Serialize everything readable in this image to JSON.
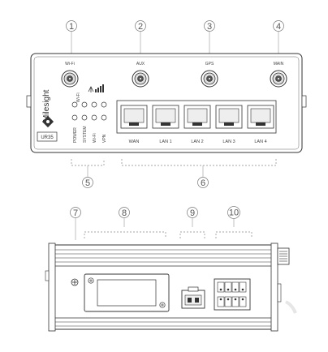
{
  "callouts": [
    "①",
    "②",
    "③",
    "④",
    "⑤",
    "⑥",
    "⑦",
    "⑧",
    "⑨",
    "⑩"
  ],
  "front_panel": {
    "brand": "Milesight",
    "model": "UR35",
    "antenna_labels": [
      "Wi-Fi",
      "AUX",
      "GPS",
      "MAIN"
    ],
    "led_top_label": "Wi-Fi",
    "led_labels": [
      "POWER",
      "SYSTEM",
      "Wi-Fi",
      "VPN"
    ],
    "port_labels": [
      "WAN",
      "LAN 1",
      "LAN 2",
      "LAN 3",
      "LAN 4"
    ]
  },
  "icons": [
    "antenna-connector-icon",
    "ethernet-port-icon",
    "signal-strength-icon",
    "led-indicator-icon",
    "power-terminal-icon",
    "serial-terminal-icon",
    "screw-icon"
  ],
  "colors": {
    "line": "#333333",
    "callout": "#555555",
    "dashed": "#888888"
  }
}
